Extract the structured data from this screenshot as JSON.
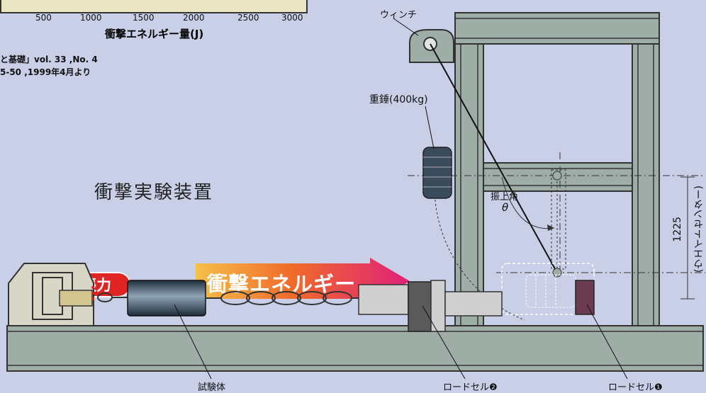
{
  "chart_strip": {
    "ticks": [
      "500",
      "1000",
      "1500",
      "2000",
      "2500",
      "3000"
    ],
    "xlabel": "衝撃エネルギー量(J)"
  },
  "reference": {
    "line1": "と基礎」vol. 33 ,No. 4",
    "line2": "5-50 ,1999年4月より"
  },
  "title": "衝撃実験装置",
  "tension_label": "引張力",
  "energy_label": "衝撃エネルギー",
  "labels": {
    "winch": "ウィンチ",
    "weight": "重錘(400kg)",
    "angle": "振上角",
    "theta": "θ",
    "specimen": "試験体",
    "loadcell2": "ロードセル❷",
    "loadcell1": "ロードセル❶",
    "dimension": "1225",
    "weight_center": "(ウエイトセンター)"
  },
  "colors": {
    "background": "#c8cfe6",
    "frame": "#9eaea7",
    "pill": "#e02424",
    "specimen": "#2a3a4a"
  }
}
